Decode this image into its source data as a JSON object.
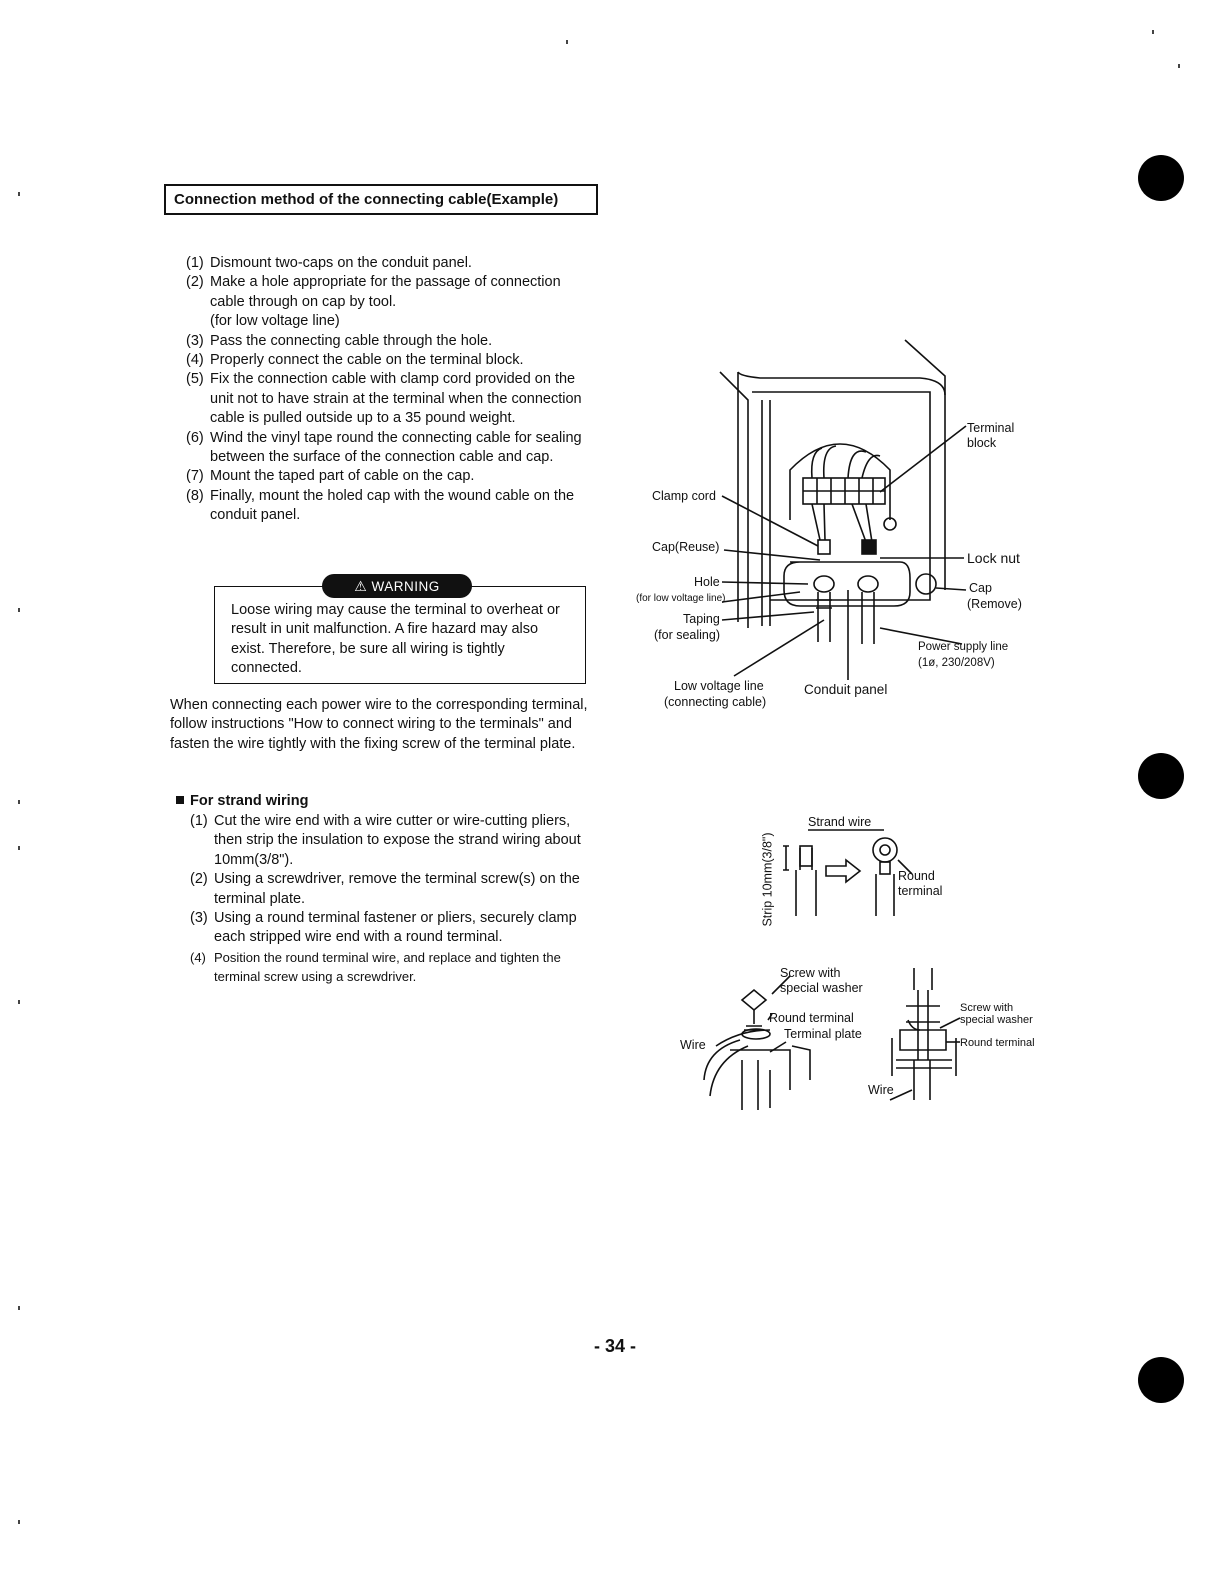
{
  "section_title": "Connection method of the connecting cable(Example)",
  "steps": [
    {
      "num": "(1)",
      "text": "Dismount two-caps on the conduit panel."
    },
    {
      "num": "(2)",
      "text": "Make a hole appropriate for the passage of connection cable through on cap by tool.",
      "note": "(for low voltage line)"
    },
    {
      "num": "(3)",
      "text": "Pass the connecting cable through the hole."
    },
    {
      "num": "(4)",
      "text": "Properly connect the cable on the terminal block."
    },
    {
      "num": "(5)",
      "text": "Fix the connection cable with clamp cord provided on the unit not to have strain at the terminal when the connection cable is pulled outside up to a 35 pound weight."
    },
    {
      "num": "(6)",
      "text": "Wind the vinyl tape round the connecting cable for sealing between the surface of the connection cable and cap."
    },
    {
      "num": "(7)",
      "text": "Mount the taped part of cable on the cap."
    },
    {
      "num": "(8)",
      "text": "Finally, mount the holed cap with the wound cable on the conduit panel."
    }
  ],
  "warning": {
    "label": "WARNING",
    "text": "Loose wiring may cause the terminal to overheat or result in unit malfunction. A fire hazard may also exist. Therefore, be sure all wiring is tightly connected."
  },
  "connect_paragraph": "When connecting each power wire to the corresponding terminal, follow instructions \"How to connect wiring to the terminals\" and fasten the wire tightly with the fixing screw of the terminal plate.",
  "strand": {
    "heading": "For strand wiring",
    "steps": [
      {
        "num": "(1)",
        "text": "Cut the wire end with a wire cutter or wire-cutting pliers, then strip the insulation to expose the strand wiring about 10mm(3/8\")."
      },
      {
        "num": "(2)",
        "text": "Using a screwdriver, remove the terminal screw(s) on the terminal plate."
      },
      {
        "num": "(3)",
        "text": "Using a round terminal fastener or pliers, securely clamp each stripped wire end with a round terminal."
      },
      {
        "num": "(4)",
        "text": "Position the round terminal wire, and replace and tighten the terminal screw using a screwdriver."
      }
    ]
  },
  "diagram1": {
    "terminal_block": "Terminal block",
    "clamp_cord": "Clamp cord",
    "cap_reuse": "Cap(Reuse)",
    "lock_nut": "Lock nut",
    "hole": "Hole",
    "hole_note": "(for low voltage line)",
    "cap": "Cap",
    "cap_note": "(Remove)",
    "taping": "Taping",
    "taping_note": "(for sealing)",
    "power_supply": "Power supply line",
    "power_supply_note": "(1ø, 230/208V)",
    "low_voltage": "Low voltage line",
    "low_voltage_note": "(connecting cable)",
    "conduit_panel": "Conduit panel"
  },
  "diagram2": {
    "strand_wire": "Strand wire",
    "strip": "Strip 10mm(3/8\")",
    "round_terminal": "Round terminal"
  },
  "diagram3": {
    "screw_special": "Screw with special washer",
    "round_terminal": "Round terminal",
    "terminal_plate": "Terminal plate",
    "wire": "Wire",
    "screw_special_b": "Screw with special washer",
    "round_terminal_b": "Round terminal",
    "wire_b": "Wire"
  },
  "page_number": "- 34 -"
}
